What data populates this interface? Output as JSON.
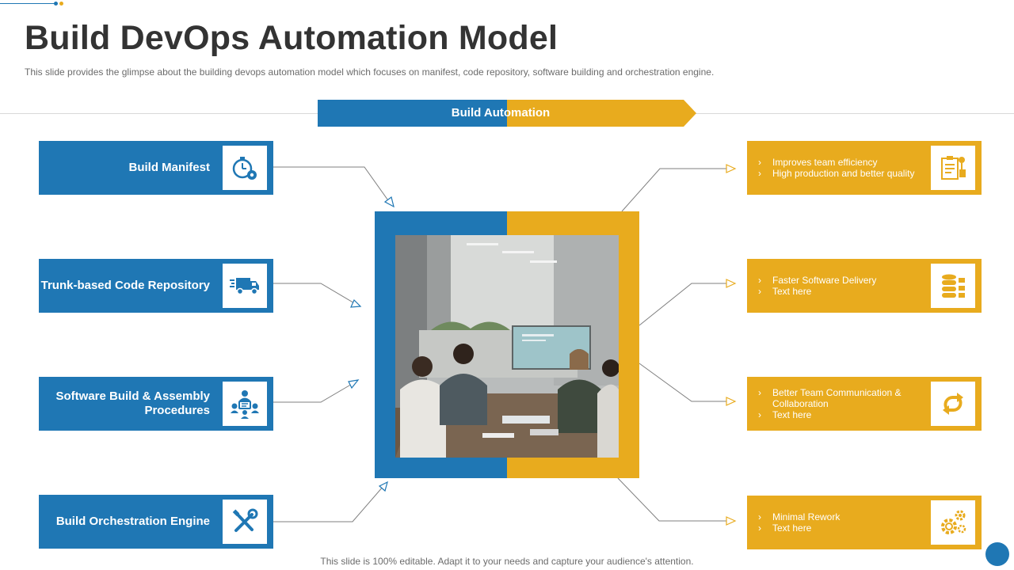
{
  "slide": {
    "title": "Build DevOps Automation Model",
    "subtitle": "This slide provides the glimpse about the building devops automation model which focuses on manifest, code repository, software building and orchestration engine.",
    "banner": "Build Automation",
    "footer": "This slide is 100% editable. Adapt it to your needs and capture your audience's attention."
  },
  "left_items": [
    {
      "label": "Build Manifest",
      "icon": "stopwatch-gear-icon"
    },
    {
      "label": "Trunk-based Code Repository",
      "icon": "delivery-truck-icon"
    },
    {
      "label": "Software Build & Assembly Procedures",
      "icon": "team-meeting-icon"
    },
    {
      "label": "Build Orchestration Engine",
      "icon": "wrench-screwdriver-icon"
    }
  ],
  "right_items": [
    {
      "bullets": [
        "Improves team efficiency",
        "High production and better quality"
      ],
      "icon": "checklist-icon"
    },
    {
      "bullets": [
        "Faster Software Delivery",
        "Text here"
      ],
      "icon": "database-icon"
    },
    {
      "bullets": [
        "Better Team Communication & Collaboration",
        "Text here"
      ],
      "icon": "sync-arrows-icon"
    },
    {
      "bullets": [
        "Minimal Rework",
        "Text here"
      ],
      "icon": "gears-icon"
    }
  ],
  "colors": {
    "blue": "#1f77b4",
    "yellow": "#e8ab1e"
  }
}
